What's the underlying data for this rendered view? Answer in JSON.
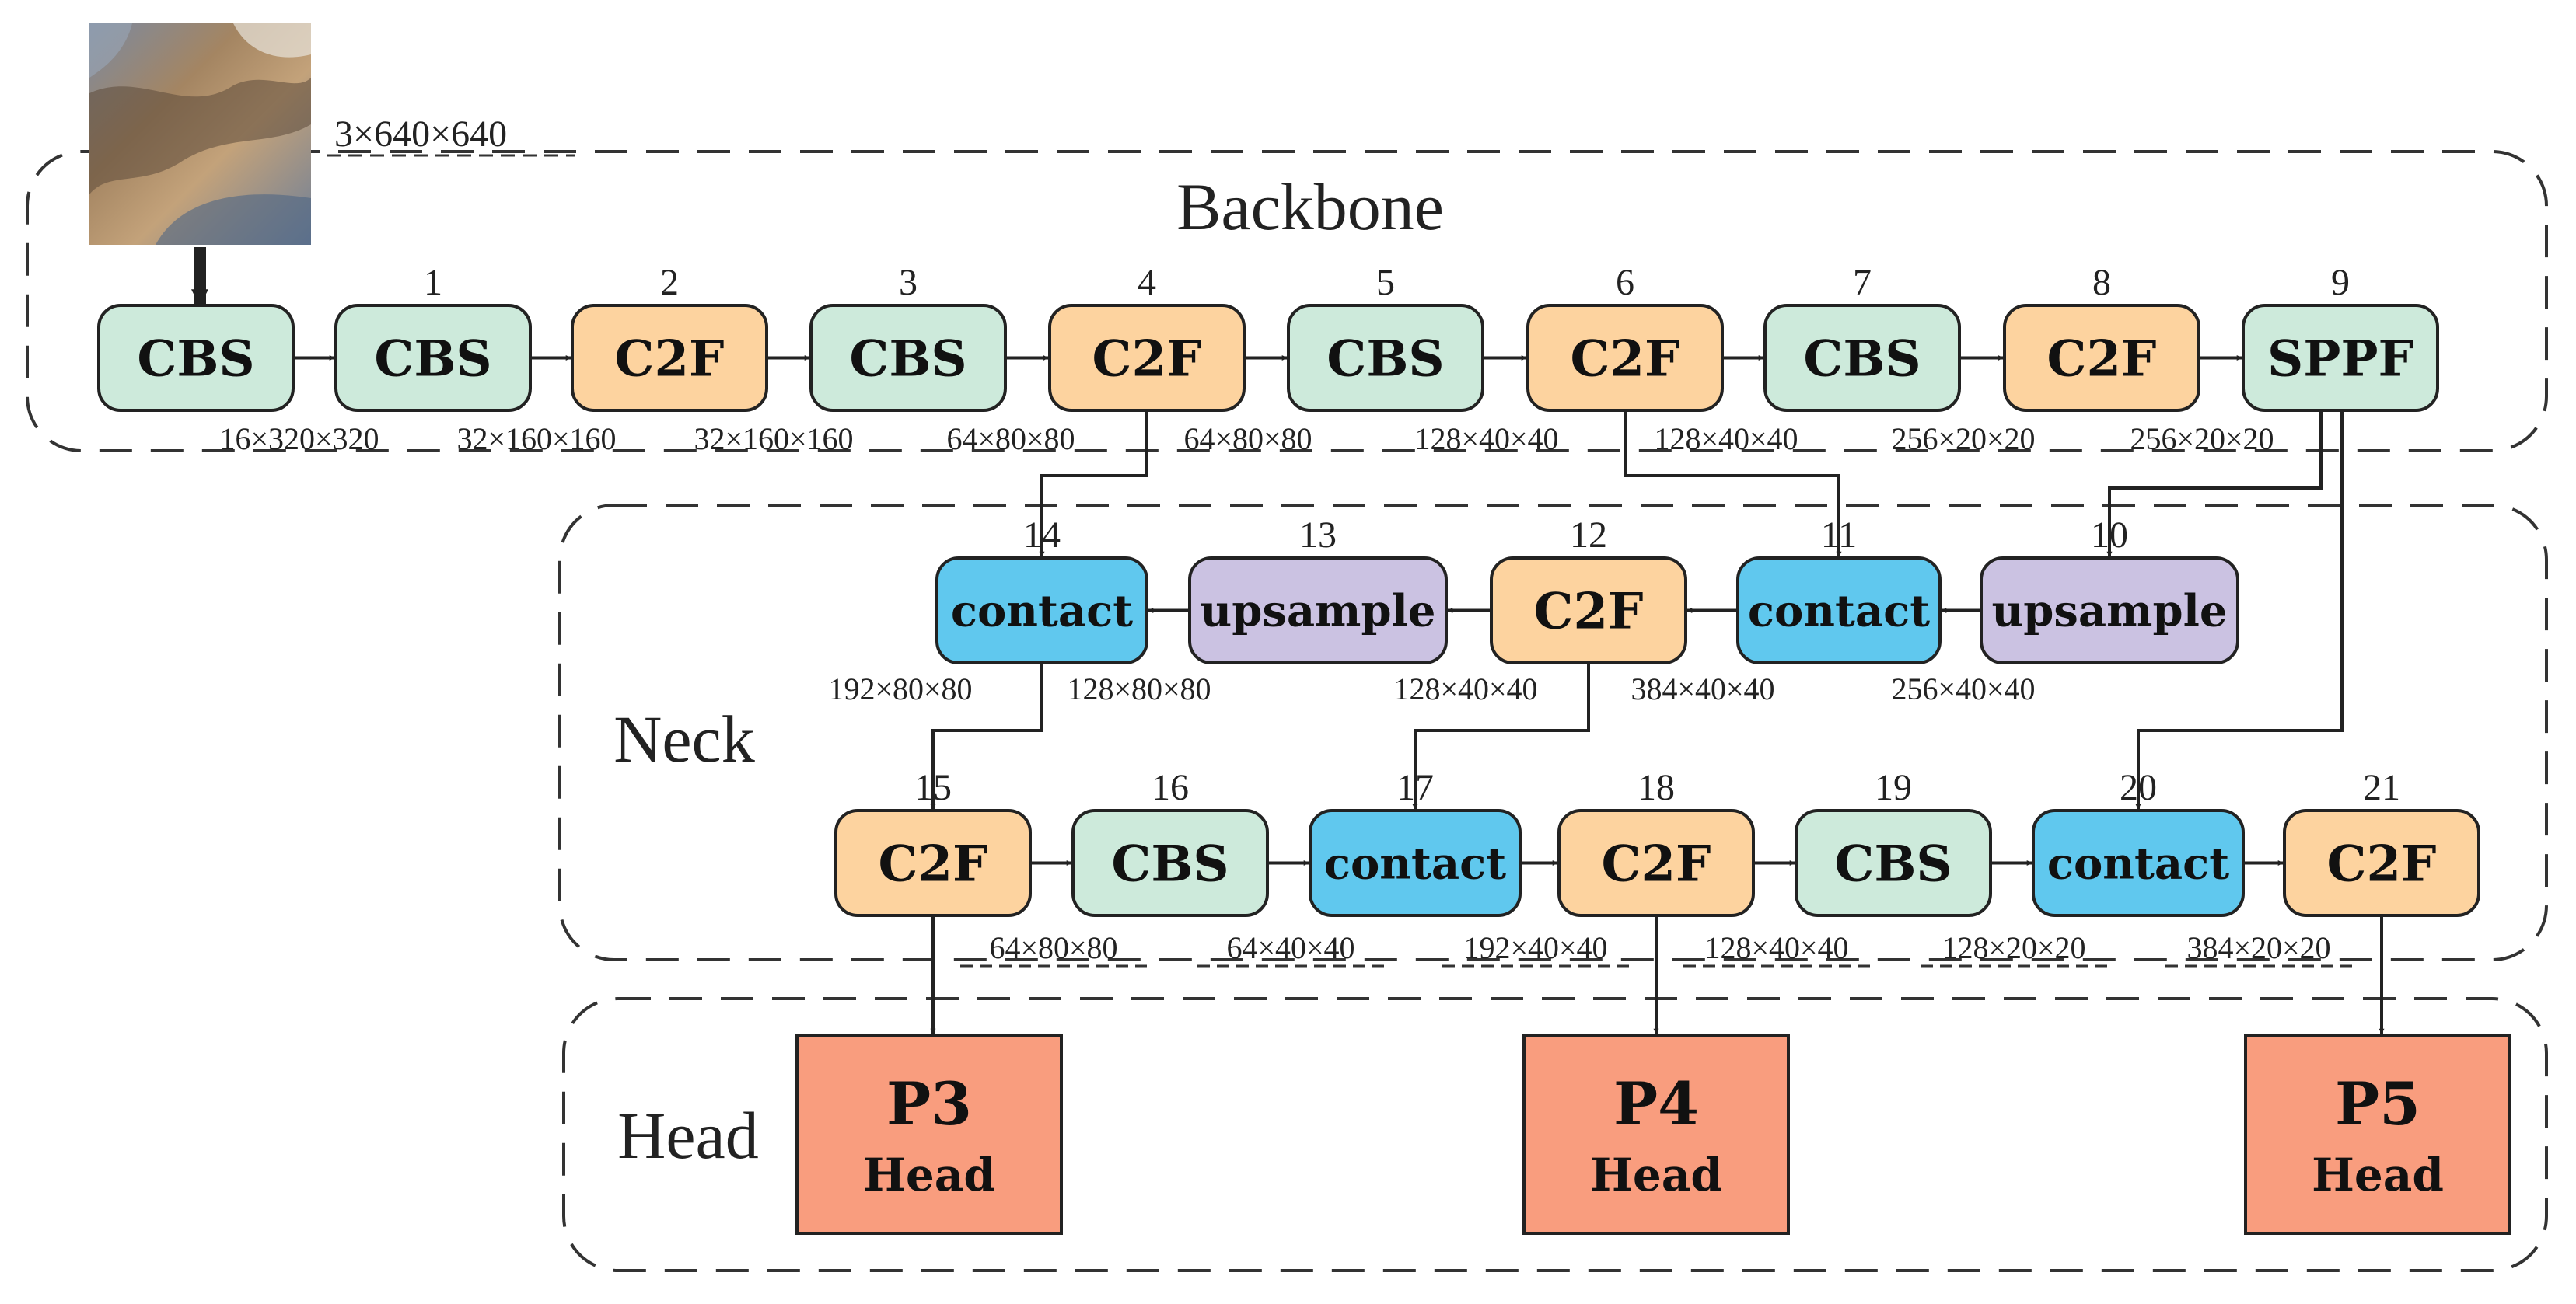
{
  "input": {
    "dims": "3×640×640"
  },
  "sections": {
    "backbone": "Backbone",
    "neck": "Neck",
    "head": "Head"
  },
  "colors": {
    "CBS": "#cdeadb",
    "C2F": "#fdd39f",
    "SPPF": "#cdeadb",
    "contact": "#60c8ee",
    "upsample": "#cbc2e2",
    "Head": "#f99d7e"
  },
  "nodes": [
    {
      "id": "n0",
      "label": "CBS",
      "type": "CBS",
      "index": ""
    },
    {
      "id": "n1",
      "label": "CBS",
      "type": "CBS",
      "index": "1"
    },
    {
      "id": "n2",
      "label": "C2F",
      "type": "C2F",
      "index": "2"
    },
    {
      "id": "n3",
      "label": "CBS",
      "type": "CBS",
      "index": "3"
    },
    {
      "id": "n4",
      "label": "C2F",
      "type": "C2F",
      "index": "4"
    },
    {
      "id": "n5",
      "label": "CBS",
      "type": "CBS",
      "index": "5"
    },
    {
      "id": "n6",
      "label": "C2F",
      "type": "C2F",
      "index": "6"
    },
    {
      "id": "n7",
      "label": "CBS",
      "type": "CBS",
      "index": "7"
    },
    {
      "id": "n8",
      "label": "C2F",
      "type": "C2F",
      "index": "8"
    },
    {
      "id": "n9",
      "label": "SPPF",
      "type": "SPPF",
      "index": "9"
    },
    {
      "id": "n10",
      "label": "upsample",
      "type": "upsample",
      "index": "10"
    },
    {
      "id": "n11",
      "label": "contact",
      "type": "contact",
      "index": "11"
    },
    {
      "id": "n12",
      "label": "C2F",
      "type": "C2F",
      "index": "12"
    },
    {
      "id": "n13",
      "label": "upsample",
      "type": "upsample",
      "index": "13"
    },
    {
      "id": "n14",
      "label": "contact",
      "type": "contact",
      "index": "14"
    },
    {
      "id": "n15",
      "label": "C2F",
      "type": "C2F",
      "index": "15"
    },
    {
      "id": "n16",
      "label": "CBS",
      "type": "CBS",
      "index": "16"
    },
    {
      "id": "n17",
      "label": "contact",
      "type": "contact",
      "index": "17"
    },
    {
      "id": "n18",
      "label": "C2F",
      "type": "C2F",
      "index": "18"
    },
    {
      "id": "n19",
      "label": "CBS",
      "type": "CBS",
      "index": "19"
    },
    {
      "id": "n20",
      "label": "contact",
      "type": "contact",
      "index": "20"
    },
    {
      "id": "n21",
      "label": "C2F",
      "type": "C2F",
      "index": "21"
    }
  ],
  "heads": [
    {
      "id": "p3",
      "title": "P3",
      "sub": "Head"
    },
    {
      "id": "p4",
      "title": "P4",
      "sub": "Head"
    },
    {
      "id": "p5",
      "title": "P5",
      "sub": "Head"
    }
  ],
  "dims": {
    "backbone": [
      "16×320×320",
      "32×160×160",
      "32×160×160",
      "64×80×80",
      "64×80×80",
      "128×40×40",
      "128×40×40",
      "256×20×20",
      "256×20×20"
    ],
    "neck_top": [
      "192×80×80",
      "128×80×80",
      "128×40×40",
      "384×40×40",
      "256×40×40"
    ],
    "neck_bottom": [
      "64×80×80",
      "64×40×40",
      "192×40×40",
      "128×40×40",
      "128×20×20",
      "384×20×20"
    ]
  }
}
